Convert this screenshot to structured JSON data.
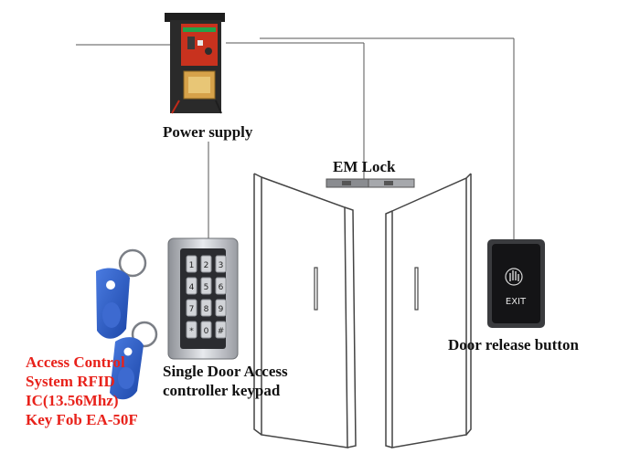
{
  "labels": {
    "power_supply": "Power supply",
    "em_lock": "EM Lock",
    "door_release": "Door release button",
    "keypad_line1": "Single Door Access",
    "keypad_line2": "controller keypad",
    "fob_line1": "Access Control",
    "fob_line2": "System RFID",
    "fob_line3": "IC(13.56Mhz)",
    "fob_line4": "Key Fob EA-50F"
  },
  "exit_button": {
    "text": "EXIT"
  },
  "keypad": {
    "keys": [
      "1",
      "2",
      "3",
      "4",
      "5",
      "6",
      "7",
      "8",
      "9",
      "*",
      "0",
      "#"
    ]
  },
  "colors": {
    "red_text": "#e8221b",
    "fob_blue": "#2a5cc8",
    "pcb_red": "#c8321e",
    "wire": "#555555",
    "door_outline": "#444444"
  },
  "icons": [
    "power-supply-icon",
    "keypad-icon",
    "key-fob-icon",
    "exit-button-icon",
    "em-lock-icon",
    "hand-icon"
  ]
}
